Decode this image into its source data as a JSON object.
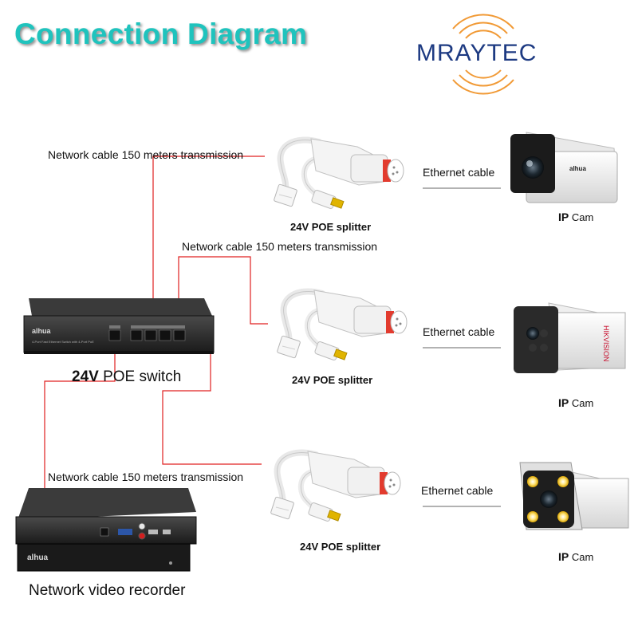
{
  "header": {
    "title": "Connection Diagram",
    "logo_text": "MRAYTEC"
  },
  "colors": {
    "title": "#1fc3bd",
    "logo": "#1d3a82",
    "logo_arcs": "#f19a36",
    "wire": "#e02020",
    "camera_brand": "#c8102e"
  },
  "labels": {
    "cable_top": "Network cable 150 meters transmission",
    "cable_mid": "Network cable 150 meters transmission",
    "cable_bottom": "Network cable 150 meters transmission",
    "ethernet_1": "Ethernet cable",
    "ethernet_2": "Ethernet cable",
    "ethernet_3": "Ethernet cable",
    "splitter_1": "24V POE splitter",
    "splitter_2": "24V POE splitter",
    "splitter_3": "24V POE splitter",
    "switch_volt": "24V",
    "switch_name": " POE switch",
    "nvr": "Network video recorder",
    "cam_1_prefix": "IP",
    "cam_1_suffix": " Cam",
    "cam_2_prefix": "IP",
    "cam_2_suffix": " Cam",
    "cam_3_prefix": "IP",
    "cam_3_suffix": " Cam"
  },
  "devices": {
    "switch_brand": "alhua",
    "nvr_brand": "alhua",
    "camera_1_brand": "alhua",
    "camera_2_brand": "HIKVISION"
  },
  "icons": {
    "logo": "radio-waves-icon",
    "splitter": "poe-splitter-icon",
    "camera": "bullet-camera-icon"
  }
}
